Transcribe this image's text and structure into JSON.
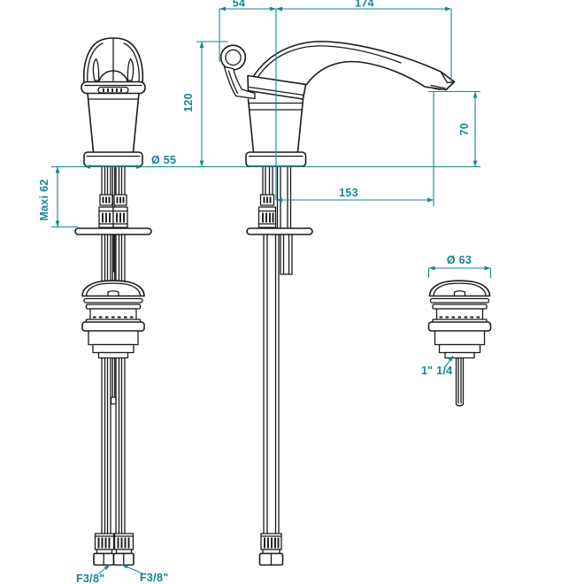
{
  "drawing": {
    "type": "technical-drawing",
    "subject": "single-lever basin mixer faucet with pop-up waste, three orthographic views"
  },
  "colors": {
    "dimension": "#148693",
    "line": "#1a1a1a",
    "background": "#ffffff"
  },
  "dimensions": {
    "handle_offset": "54",
    "spout_reach_top": "174",
    "height_above_deck": "120",
    "max_deck_thickness": "Maxi 62",
    "base_diameter": "Ø 55",
    "spout_outlet_height": "70",
    "spout_reach": "153",
    "waste_cap_diameter": "Ø 63",
    "waste_thread": "1\" 1/4",
    "hose_thread_left": "F3/8\"",
    "hose_thread_right": "F3/8\""
  }
}
